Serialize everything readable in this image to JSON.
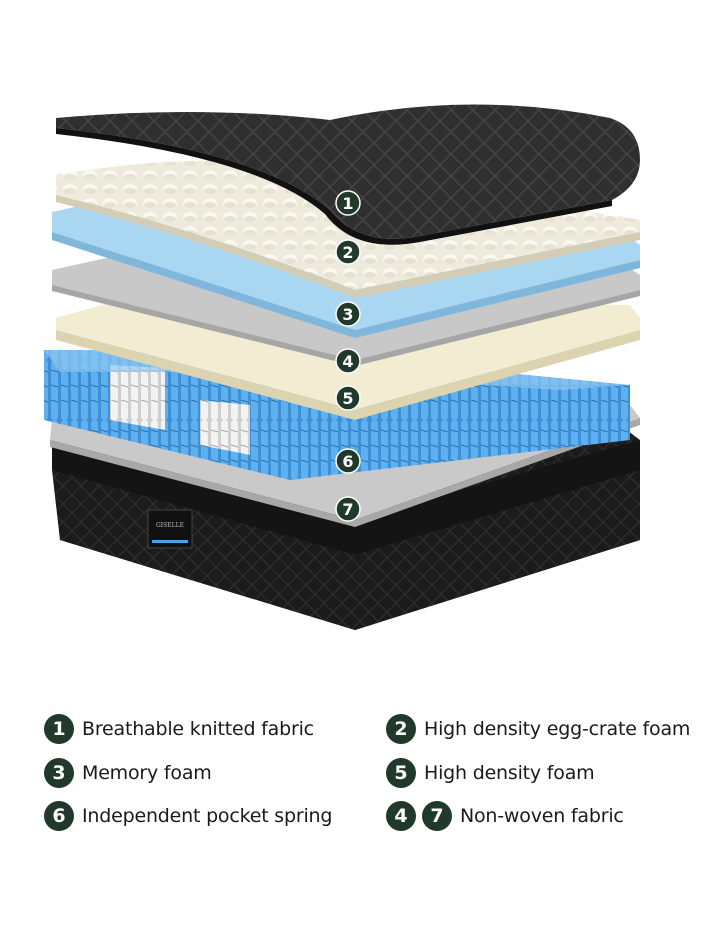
{
  "layers": [
    {
      "number": "1",
      "label": "Breathable knitted fabric"
    },
    {
      "number": "2",
      "label": "High density egg-crate foam"
    },
    {
      "number": "3",
      "label": "Memory foam"
    },
    {
      "number": "4",
      "label": "Non-woven fabric"
    },
    {
      "number": "5",
      "label": "High density foam"
    },
    {
      "number": "6",
      "label": "Independent pocket spring"
    },
    {
      "number": "7",
      "label": "Non-woven fabric"
    }
  ],
  "legend": {
    "left_column": [
      {
        "badges": [
          "1"
        ],
        "label": "Breathable knitted fabric"
      },
      {
        "badges": [
          "3"
        ],
        "label": "Memory foam"
      },
      {
        "badges": [
          "6"
        ],
        "label": "Independent pocket spring"
      }
    ],
    "right_column": [
      {
        "badges": [
          "2"
        ],
        "label": "High density egg-crate foam"
      },
      {
        "badges": [
          "5"
        ],
        "label": "High density foam"
      },
      {
        "badges": [
          "4",
          "7"
        ],
        "label": "Non-woven fabric"
      }
    ]
  },
  "colors": {
    "badge": "#21392a",
    "knit_fabric": "#2b2b2b",
    "egg_crate": "#ece8da",
    "memory_foam": "#a9d6f0",
    "non_woven": "#c9c9c9",
    "hd_foam": "#f0ead0",
    "spring_blue": "#4a9ee0",
    "spring_white": "#e6e6e6",
    "base": "#1e1e1e"
  }
}
